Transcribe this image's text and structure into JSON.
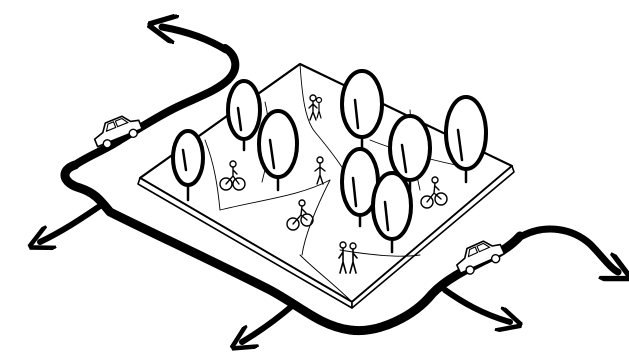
{
  "scene": {
    "subject": "plaza-with-trees-and-traffic",
    "background": "#ffffff",
    "ink": "#000000",
    "fill": "#ffffff"
  },
  "arrows": [
    {
      "name": "arrow-top-left"
    },
    {
      "name": "arrow-left"
    },
    {
      "name": "arrow-bottom"
    },
    {
      "name": "arrow-bottom-right"
    },
    {
      "name": "arrow-right"
    }
  ],
  "icons": [
    "car-icon",
    "tree-icon",
    "pedestrian-icon",
    "cyclist-icon",
    "couple-icon"
  ]
}
